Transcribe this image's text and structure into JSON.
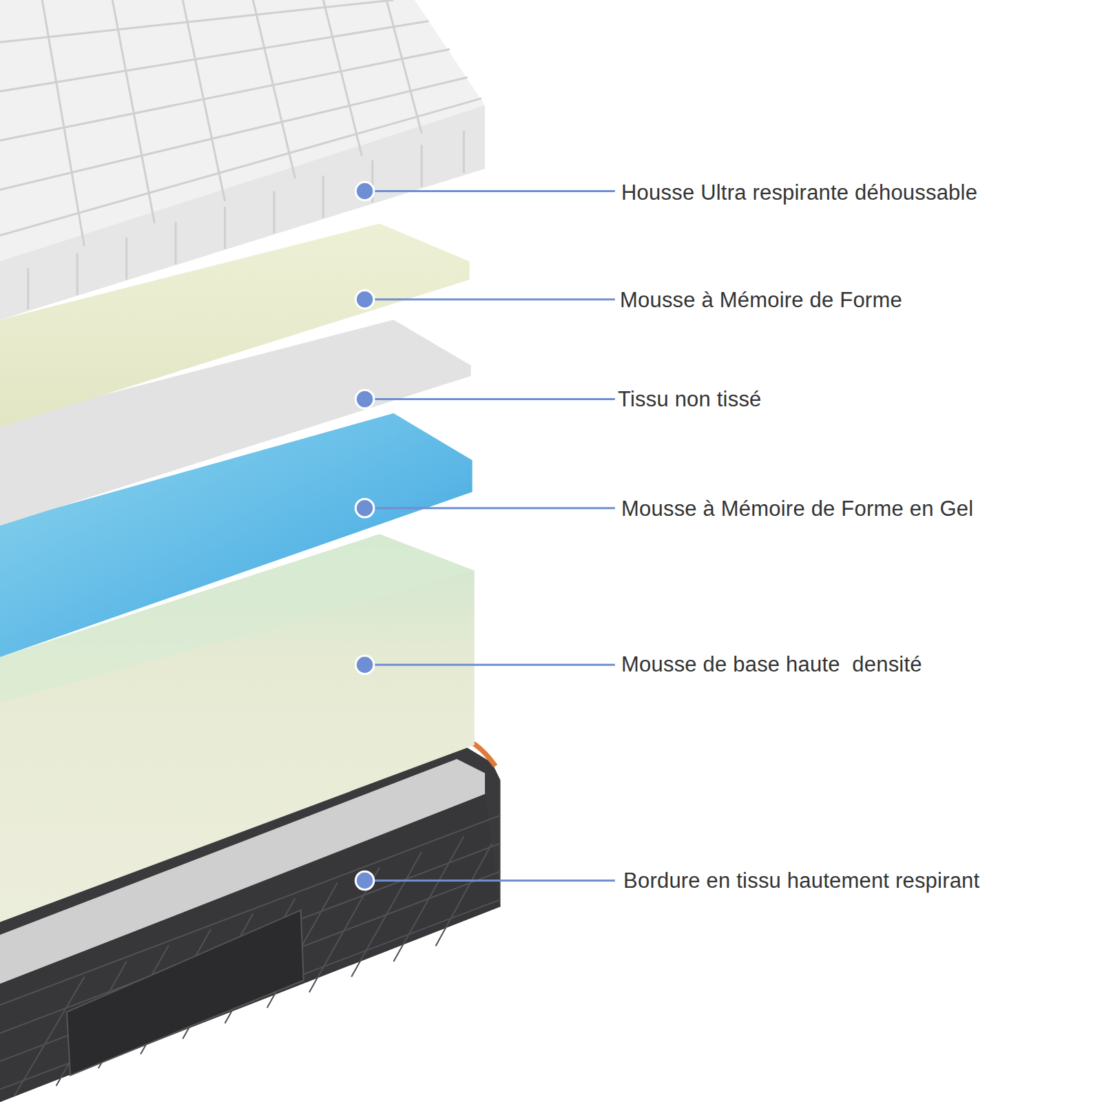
{
  "diagram": {
    "labels": [
      "Housse Ultra respirante déhoussable",
      "Mousse à Mémoire de Forme",
      "Tissu non tissé",
      "Mousse à Mémoire de Forme en Gel",
      "Mousse de base haute  densité",
      "Bordure en tissu hautement respirant"
    ]
  }
}
